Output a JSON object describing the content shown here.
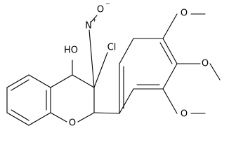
{
  "molecule": {
    "atom_labels": {
      "hydroxyl": "HO",
      "nitro_nitrogen": "N",
      "nitro_oxygen": "O",
      "nitro_n_charge": "+",
      "nitro_o_charge": "−",
      "chlorine": "Cl",
      "ring_oxygen": "O",
      "methoxy_top": "O",
      "methoxy_middle": "O",
      "methoxy_bottom": "O"
    }
  }
}
